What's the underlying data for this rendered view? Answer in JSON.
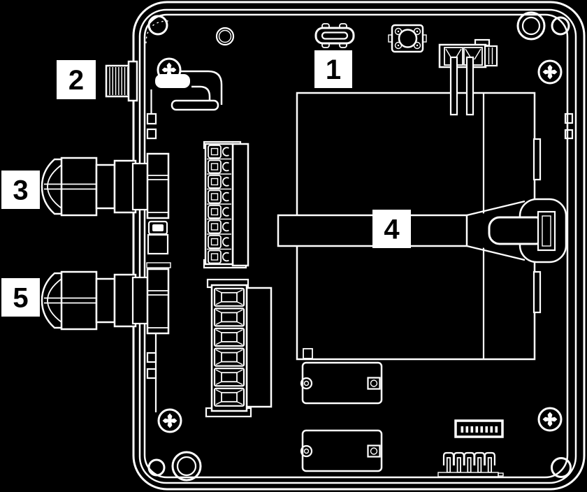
{
  "diagram": {
    "background_color": "#000000",
    "line_color": "#ffffff",
    "callout_box_color": "#ffffff",
    "callout_text_color": "#000000",
    "callouts": [
      {
        "id": "callout-1",
        "number": "1"
      },
      {
        "id": "callout-2",
        "number": "2"
      },
      {
        "id": "callout-3",
        "number": "3"
      },
      {
        "id": "callout-4",
        "number": "4"
      },
      {
        "id": "callout-5",
        "number": "5"
      }
    ]
  }
}
